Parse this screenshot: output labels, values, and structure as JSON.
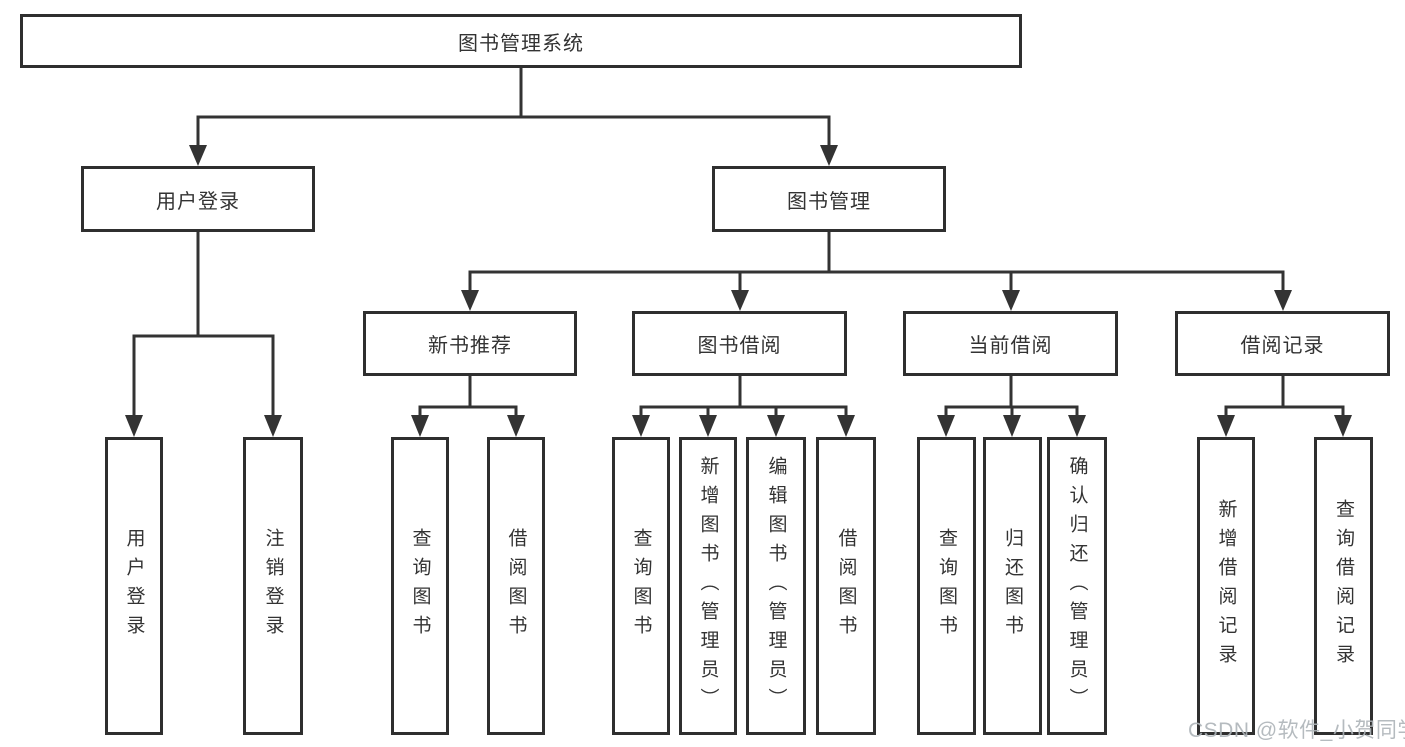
{
  "diagram": {
    "tree": {
      "label": "图书管理系统",
      "children": [
        {
          "label": "用户登录",
          "children": [
            {
              "label": "用户登录"
            },
            {
              "label": "注销登录"
            }
          ]
        },
        {
          "label": "图书管理",
          "children": [
            {
              "label": "新书推荐",
              "children": [
                {
                  "label": "查询图书"
                },
                {
                  "label": "借阅图书"
                }
              ]
            },
            {
              "label": "图书借阅",
              "children": [
                {
                  "label": "查询图书"
                },
                {
                  "label": "新增图书（管理员）"
                },
                {
                  "label": "编辑图书（管理员）"
                },
                {
                  "label": "借阅图书"
                }
              ]
            },
            {
              "label": "当前借阅",
              "children": [
                {
                  "label": "查询图书"
                },
                {
                  "label": "归还图书"
                },
                {
                  "label": "确认归还（管理员）"
                }
              ]
            },
            {
              "label": "借阅记录",
              "children": [
                {
                  "label": "新增借阅记录"
                },
                {
                  "label": "查询借阅记录"
                }
              ]
            }
          ]
        }
      ]
    },
    "colors": {
      "line": "#333333",
      "box_border": "#2f2f2f",
      "box_fill": "#ffffff",
      "text": "#333333",
      "watermark": "#aeb4b9",
      "background": "#ffffff"
    },
    "watermark": "CSDN @软件_小贺同学"
  }
}
